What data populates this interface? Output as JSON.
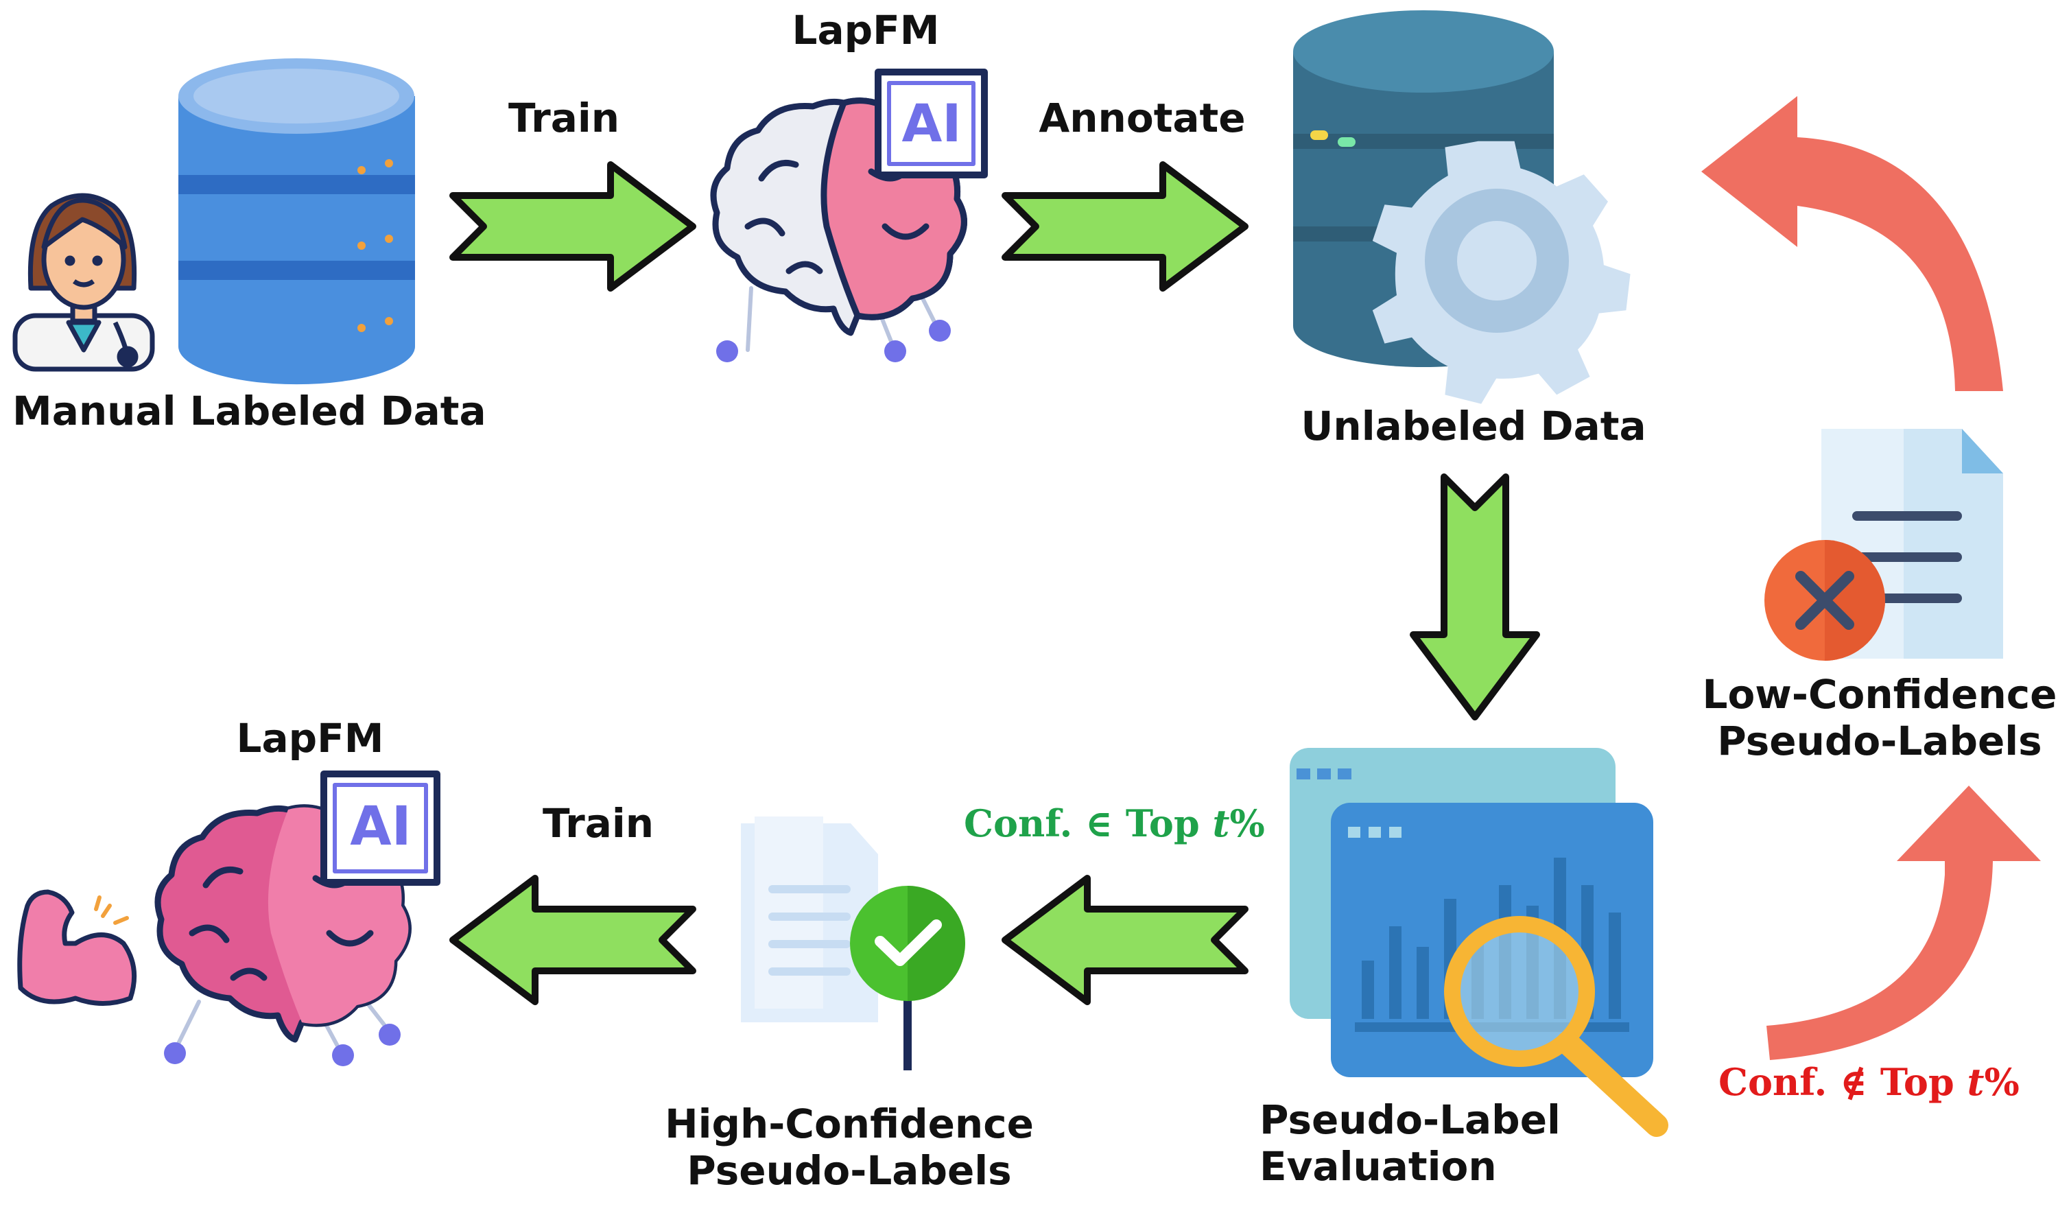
{
  "labels": {
    "manual_labeled_data": "Manual Labeled Data",
    "train_top": "Train",
    "lapfm_top": "LapFM",
    "annotate": "Annotate",
    "unlabeled_data": "Unlabeled Data",
    "low_conf_line1": "Low-Confidence",
    "low_conf_line2": "Pseudo-Labels",
    "pseudo_eval_line1": "Pseudo-Label",
    "pseudo_eval_line2": "Evaluation",
    "high_conf_line1": "High-Confidence",
    "high_conf_line2": "Pseudo-Labels",
    "train_bottom": "Train",
    "lapfm_bottom": "LapFM",
    "ai_badge": "AI"
  },
  "conditions": {
    "in_top": {
      "prefix": "Conf. ∈ Top ",
      "var": "t",
      "suffix": "%"
    },
    "not_in_top": {
      "prefix": "Conf. ∉ Top ",
      "var": "t",
      "suffix": "%"
    }
  },
  "colors": {
    "flow_arrow": "#8fdf5f",
    "feedback_arrow": "#ef6f61",
    "condition_in": "#1fa24a",
    "condition_out": "#e21b1b",
    "database_blue": "#4a8fde",
    "database_dark": "#386f8c",
    "brain_pink": "#ef6f9a",
    "outline_navy": "#1c2a58"
  }
}
